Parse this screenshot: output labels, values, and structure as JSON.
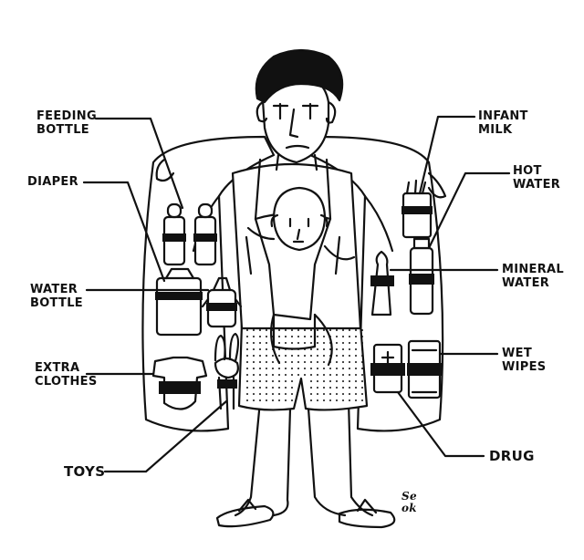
{
  "colors": {
    "ink": "#111111",
    "paper": "#ffffff"
  },
  "labels": {
    "feeding_bottle": "FEEDING\nBOTTLE",
    "diaper": "DIAPER",
    "water_bottle": "WATER\nBOTTLE",
    "extra_clothes": "EXTRA\nCLOTHES",
    "toys": "TOYS",
    "infant_milk": "INFANT\nMILK",
    "hot_water": "HOT\nWATER",
    "mineral_water": "MINERAL\nWATER",
    "wet_wipes": "WET\nWIPES",
    "drug": "DRUG"
  },
  "signature": "Se\nok"
}
